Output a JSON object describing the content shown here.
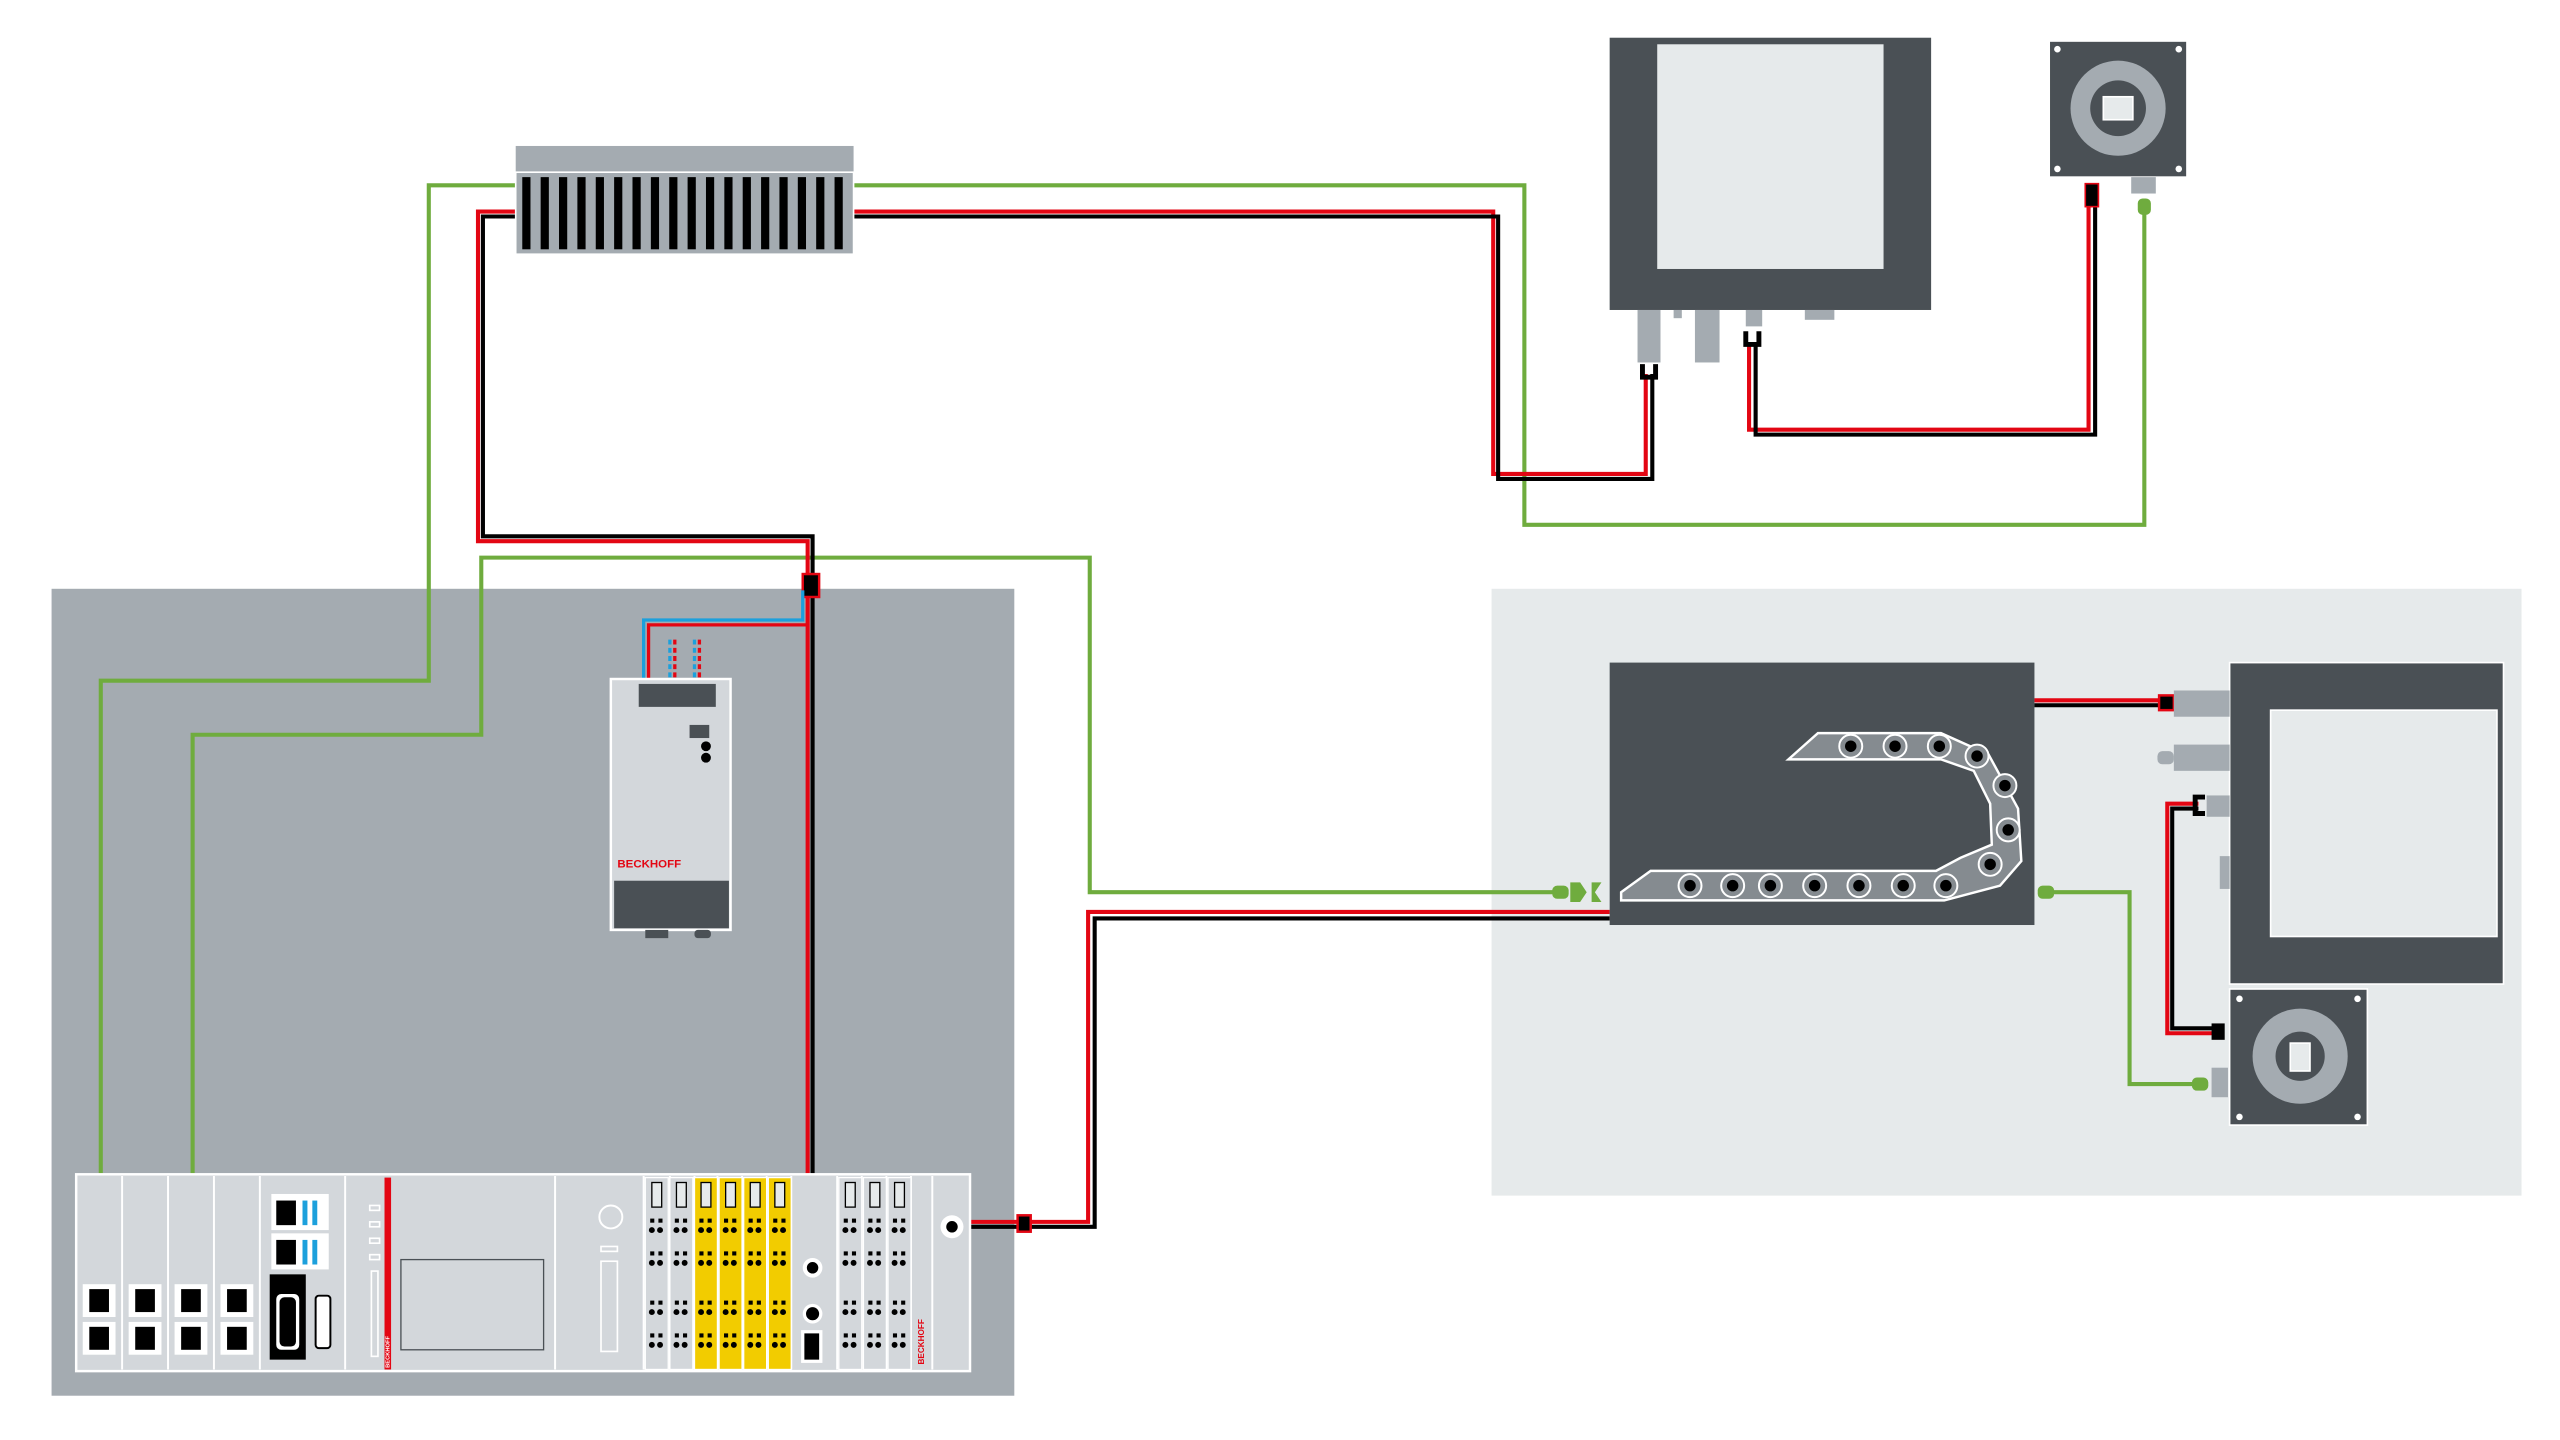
{
  "diagram": {
    "brand": {
      "power_supply_logo": "BECKHOFF",
      "cpu_logo": "BECKHOFF",
      "terminal_end_logo": "BECKHOFF"
    },
    "colors": {
      "cabinet": "#a4abb1",
      "machine_zone": "#e6eaeb",
      "device_dark": "#4a5055",
      "device_light": "#d3d7db",
      "power_cable_red": "#e30613",
      "power_cable_black": "#000000",
      "ethercat_green": "#6fac3e",
      "safety_yellow": "#f2cc00",
      "supply_blue": "#1ca0dc",
      "brand_red": "#e30613"
    },
    "icons": [
      "heat-exchanger-icon",
      "panel-monitor-icon",
      "servo-motor-icon",
      "power-supply-icon",
      "industrial-pc-icon",
      "io-terminal-icon",
      "drag-chain-icon",
      "machine-monitor-icon"
    ]
  }
}
